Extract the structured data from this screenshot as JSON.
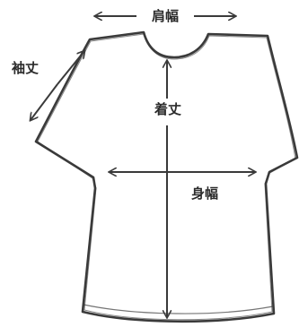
{
  "diagram": {
    "labels": {
      "shoulder_width": "肩幅",
      "sleeve_length": "袖丈",
      "body_length": "着丈",
      "body_width": "身幅"
    },
    "colors": {
      "ink": "#3a3a3a",
      "background": "#ffffff"
    }
  }
}
